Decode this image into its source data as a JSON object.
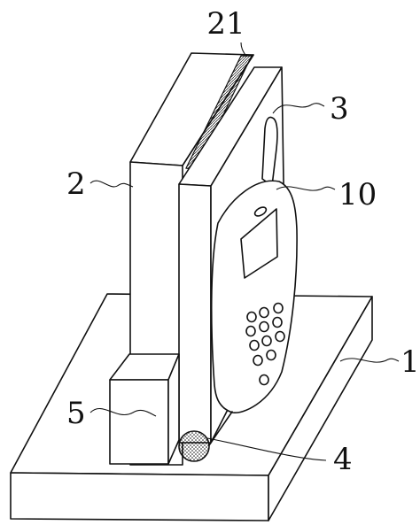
{
  "figure": {
    "labels": {
      "base": "1",
      "upright": "2",
      "plate": "3",
      "roller": "4",
      "block": "5",
      "phone": "10",
      "strip": "21"
    }
  }
}
